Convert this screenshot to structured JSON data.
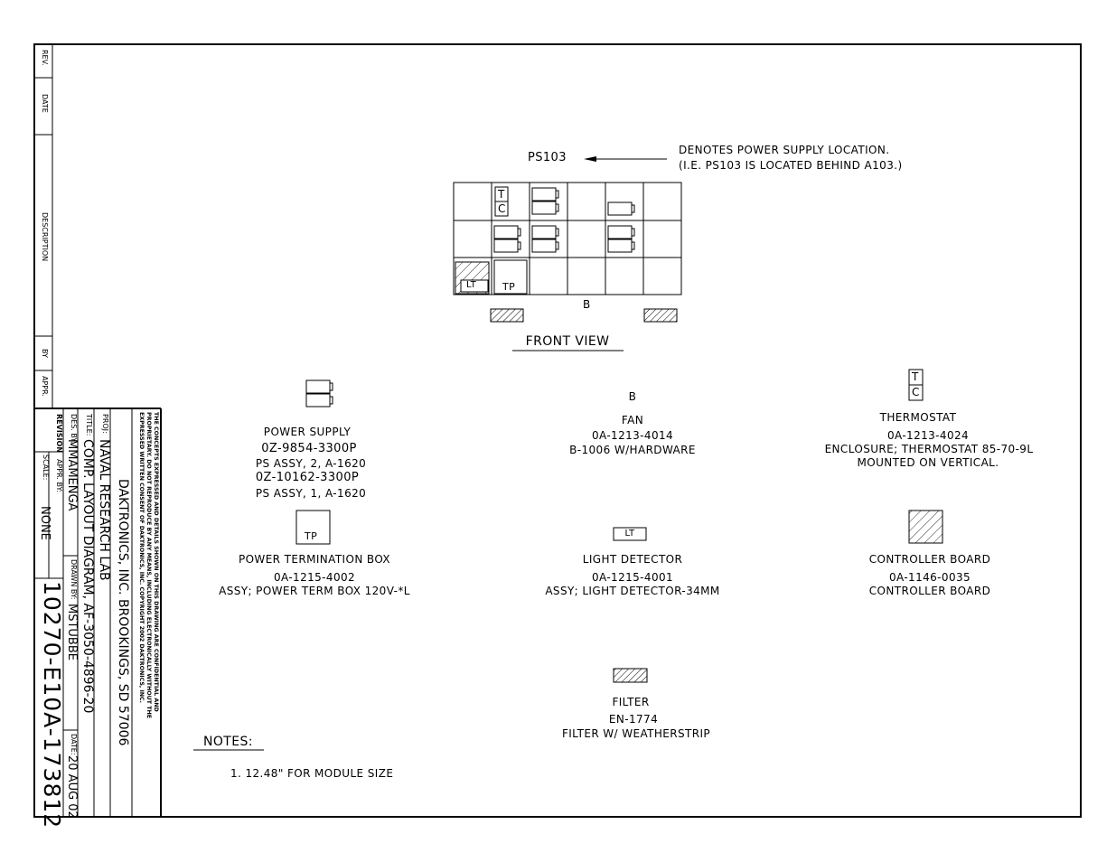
{
  "revision_block": {
    "rev_label": "REV.",
    "date_label": "DATE",
    "description_label": "DESCRIPTION",
    "by_label": "BY",
    "appr_label": "APPR."
  },
  "title_block": {
    "revision_label": "REVISION",
    "appr_by_label": "APPR. BY:",
    "scale_label": "SCALE:",
    "scale_value": "NONE",
    "drawing_number": "10270-E10A-173812",
    "des_by_label": "DES. BY:",
    "des_by_value": "MMAMENGA",
    "drawn_by_label": "DRAWN BY:",
    "drawn_by_value": "MSTUBBE",
    "date_label": "DATE:",
    "date_value": "20 AUG 02",
    "title_label": "TITLE:",
    "title_value": "COMP. LAYOUT DIAGRAM, AF-3050-4896-20",
    "proj_label": "PROJ:",
    "proj_value": "NAVAL RESEARCH LAB",
    "company": "DAKTRONICS, INC.  BROOKINGS, SD 57006",
    "confidential_lines": [
      "THE CONCEPTS EXPRESSED AND DETAILS SHOWN ON THIS DRAWING ARE CONFIDENTIAL AND",
      "PROPRIETARY.  DO NOT REPRODUCE BY ANY MEANS, INCLUDING ELECTRONICALLY WITHOUT THE",
      "EXPRESSED WRITTEN CONSENT OF DAKTRONICS, INC.              COPYRIGHT 2002 DAKTRONICS, INC."
    ]
  },
  "front_view": {
    "ps_label": "PS103",
    "note_line1": "DENOTES POWER SUPPLY LOCATION.",
    "note_line2": "(I.E. PS103 IS LOCATED BEHIND A103.)",
    "title": "FRONT VIEW",
    "fan_label": "B",
    "tc_t": "T",
    "tc_c": "C",
    "tp_label": "TP",
    "lt_label": "LT"
  },
  "legend": {
    "power_supply": {
      "name": "POWER SUPPLY",
      "part1": "0Z-9854-3300P",
      "desc1": "PS ASSY, 2, A-1620",
      "part2": "0Z-10162-3300P",
      "desc2": "PS ASSY, 1, A-1620"
    },
    "fan": {
      "symbol": "B",
      "name": "FAN",
      "part": "0A-1213-4014",
      "desc": "B-1006 W/HARDWARE"
    },
    "thermostat": {
      "sym_t": "T",
      "sym_c": "C",
      "name": "THERMOSTAT",
      "part": "0A-1213-4024",
      "desc": "ENCLOSURE; THERMOSTAT 85-70-9L",
      "note": "MOUNTED ON VERTICAL."
    },
    "power_termination": {
      "symbol": "TP",
      "name": "POWER TERMINATION BOX",
      "part": "0A-1215-4002",
      "desc": "ASSY; POWER TERM BOX 120V-*L"
    },
    "light_detector": {
      "symbol": "LT",
      "name": "LIGHT DETECTOR",
      "part": "0A-1215-4001",
      "desc": "ASSY; LIGHT DETECTOR-34MM"
    },
    "controller_board": {
      "name": "CONTROLLER BOARD",
      "part": "0A-1146-0035",
      "desc": "CONTROLLER BOARD"
    },
    "filter": {
      "name": "FILTER",
      "part": "EN-1774",
      "desc": "FILTER W/ WEATHERSTRIP"
    }
  },
  "notes": {
    "heading": "NOTES:",
    "items": [
      "1.   12.48\" FOR MODULE SIZE"
    ]
  }
}
